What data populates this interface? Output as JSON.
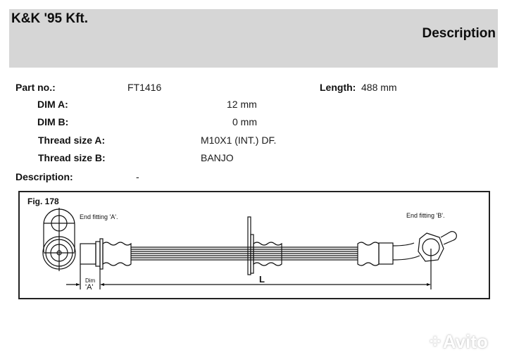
{
  "header": {
    "brand": "K&K '95 Kft.",
    "title": "Description"
  },
  "details": {
    "part_no": {
      "label": "Part no.:",
      "value": "FT1416"
    },
    "length": {
      "label": "Length:",
      "value": "488 mm"
    },
    "dim_a": {
      "label": "DIM A:",
      "value": "12 mm"
    },
    "dim_b": {
      "label": "DIM B:",
      "value": "0 mm"
    },
    "thread_a": {
      "label": "Thread size A:",
      "value": "M10X1 (INT.) DF."
    },
    "thread_b": {
      "label": "Thread size B:",
      "value": "BANJO"
    },
    "description": {
      "label": "Description:",
      "value": "-"
    }
  },
  "figure": {
    "label": "Fig. 178",
    "end_fitting_a": "End fitting 'A'.",
    "end_fitting_b": "End fitting 'B'.",
    "dim_label": "Dim",
    "dim_value": "'A'",
    "length_label": "L"
  },
  "watermark": {
    "text": "Avito"
  }
}
